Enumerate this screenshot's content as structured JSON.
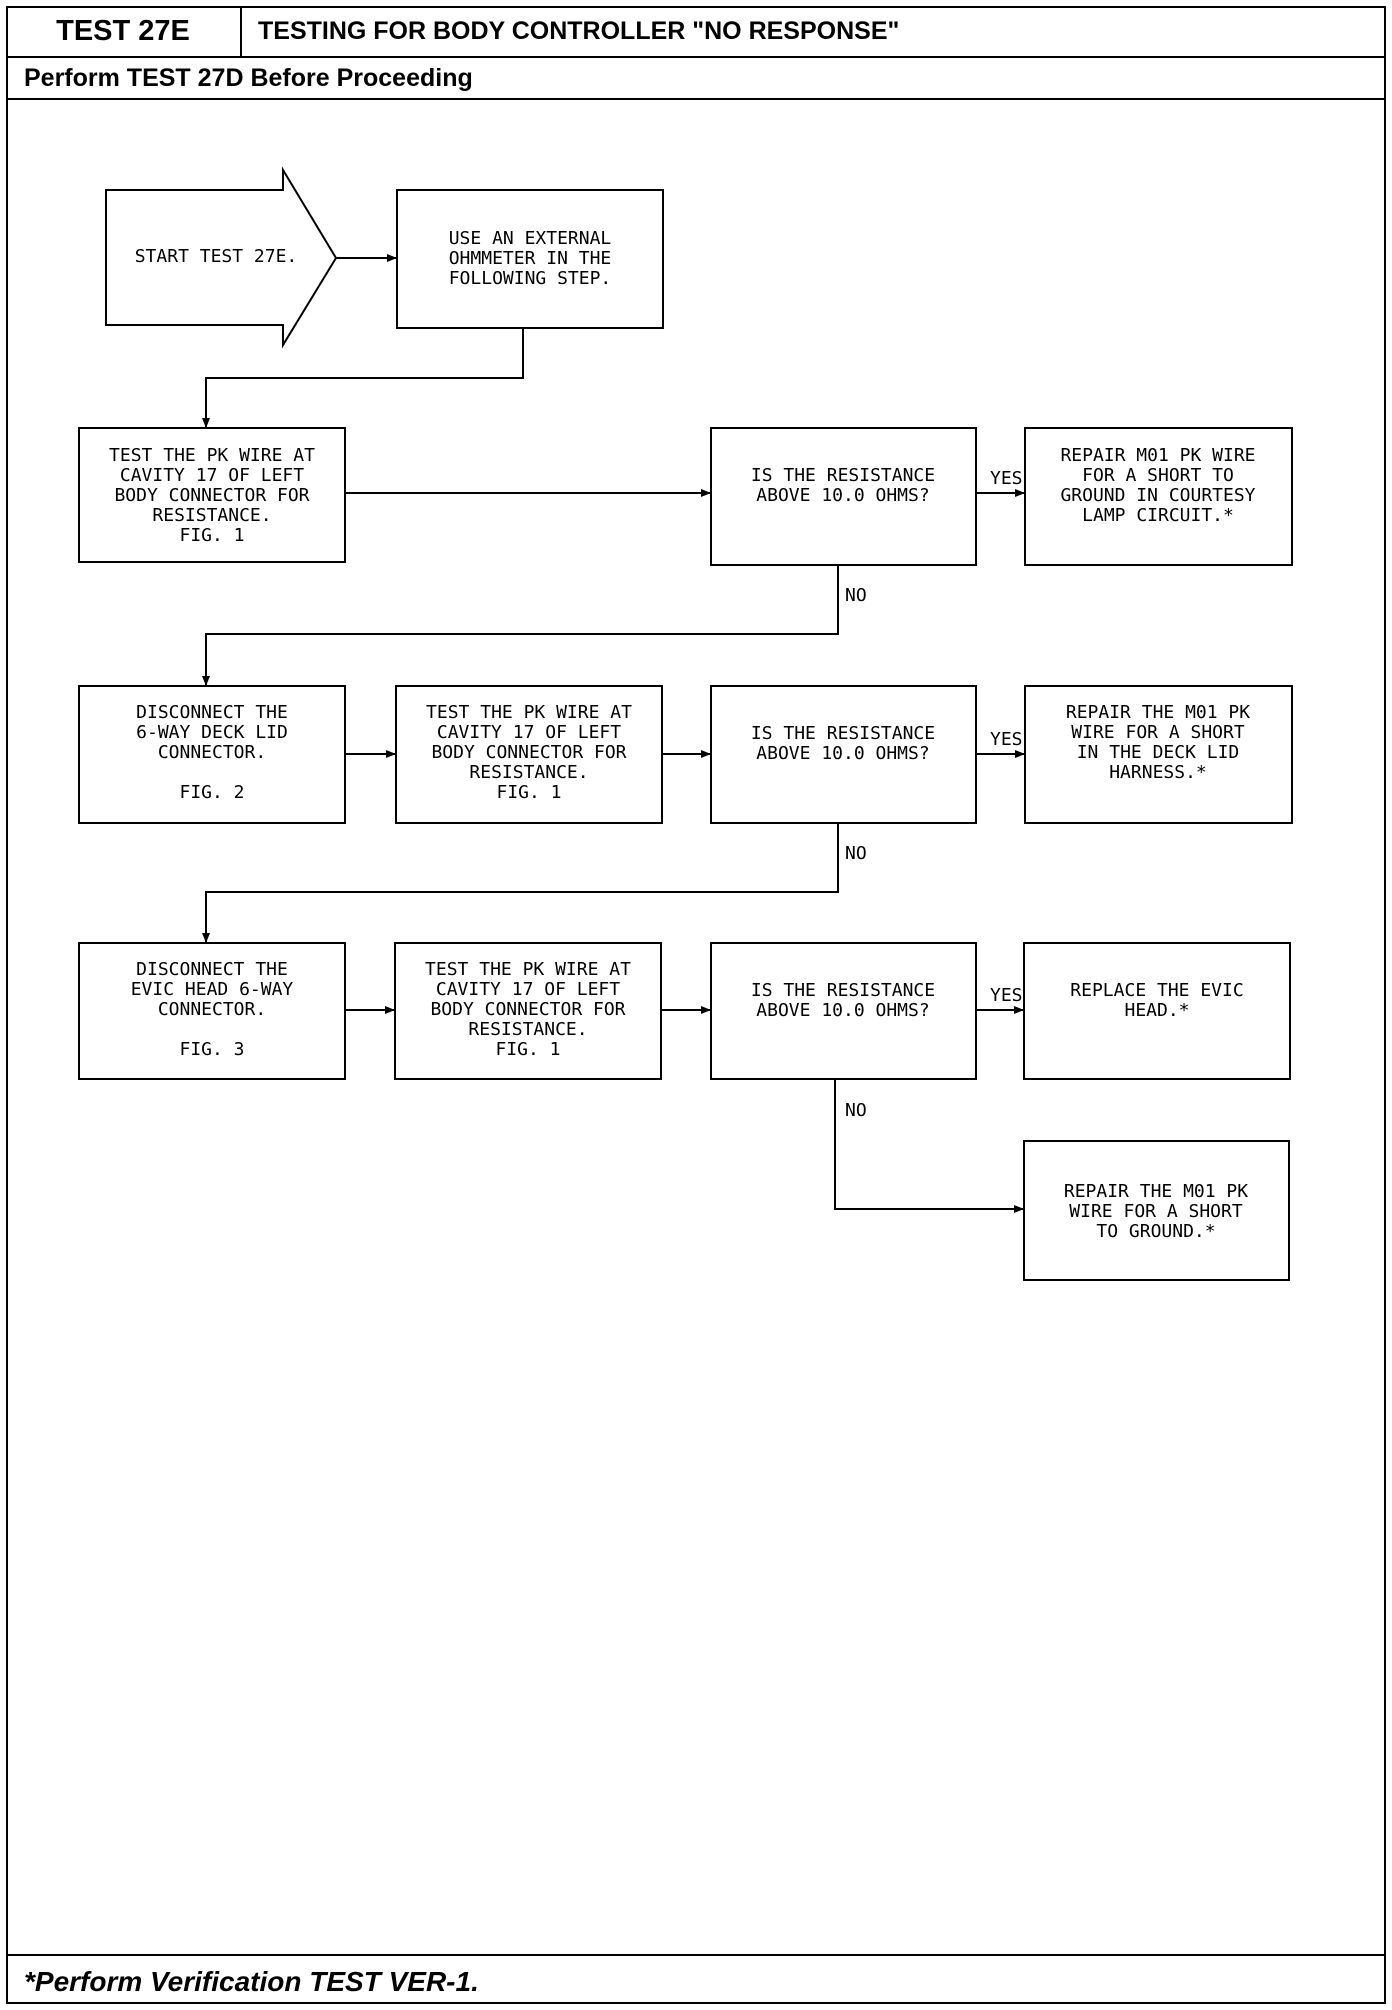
{
  "header": {
    "test_id": "TEST 27E",
    "title": "TESTING FOR BODY CONTROLLER \"NO RESPONSE\"",
    "prerequisite": "Perform TEST 27D Before Proceeding"
  },
  "footer": {
    "note": "*Perform Verification TEST VER-1."
  },
  "flowchart": {
    "nodes": [
      {
        "id": "start",
        "shape": "arrow",
        "lines": [
          "START TEST 27E."
        ]
      },
      {
        "id": "use_ohmmeter",
        "lines": [
          "USE AN EXTERNAL",
          "OHMMETER IN THE",
          "FOLLOWING STEP."
        ]
      },
      {
        "id": "test1",
        "lines": [
          "TEST THE PK WIRE AT",
          "CAVITY 17 OF LEFT",
          "BODY CONNECTOR FOR",
          "RESISTANCE.",
          "FIG. 1"
        ]
      },
      {
        "id": "q1",
        "lines": [
          "IS THE RESISTANCE",
          "ABOVE 10.0 OHMS?"
        ]
      },
      {
        "id": "r1",
        "lines": [
          "REPAIR M01 PK WIRE",
          "FOR A SHORT TO",
          "GROUND IN COURTESY",
          "LAMP CIRCUIT.*"
        ]
      },
      {
        "id": "disc1",
        "lines": [
          "DISCONNECT THE",
          "6-WAY DECK LID",
          "CONNECTOR.",
          "",
          "FIG. 2"
        ]
      },
      {
        "id": "test2",
        "lines": [
          "TEST THE PK WIRE AT",
          "CAVITY 17 OF LEFT",
          "BODY CONNECTOR FOR",
          "RESISTANCE.",
          "FIG. 1"
        ]
      },
      {
        "id": "q2",
        "lines": [
          "IS THE RESISTANCE",
          "ABOVE 10.0 OHMS?"
        ]
      },
      {
        "id": "r2",
        "lines": [
          "REPAIR THE M01 PK",
          "WIRE FOR A SHORT",
          "IN THE DECK LID",
          "HARNESS.*"
        ]
      },
      {
        "id": "disc2",
        "lines": [
          "DISCONNECT THE",
          "EVIC HEAD 6-WAY",
          "CONNECTOR.",
          "",
          "FIG. 3"
        ]
      },
      {
        "id": "test3",
        "lines": [
          "TEST THE PK WIRE AT",
          "CAVITY 17 OF LEFT",
          "BODY CONNECTOR FOR",
          "RESISTANCE.",
          "FIG. 1"
        ]
      },
      {
        "id": "q3",
        "lines": [
          "IS THE RESISTANCE",
          "ABOVE 10.0 OHMS?"
        ]
      },
      {
        "id": "r3",
        "lines": [
          "REPLACE THE EVIC",
          "HEAD.*"
        ]
      },
      {
        "id": "r4",
        "lines": [
          "REPAIR THE M01 PK",
          "WIRE FOR A SHORT",
          "TO GROUND.*"
        ]
      }
    ],
    "edges": [
      {
        "from": "start",
        "to": "use_ohmmeter",
        "label": ""
      },
      {
        "from": "use_ohmmeter",
        "to": "test1",
        "label": ""
      },
      {
        "from": "test1",
        "to": "q1",
        "label": ""
      },
      {
        "from": "q1",
        "to": "r1",
        "label": "YES"
      },
      {
        "from": "q1",
        "to": "disc1",
        "label": "NO"
      },
      {
        "from": "disc1",
        "to": "test2",
        "label": ""
      },
      {
        "from": "test2",
        "to": "q2",
        "label": ""
      },
      {
        "from": "q2",
        "to": "r2",
        "label": "YES"
      },
      {
        "from": "q2",
        "to": "disc2",
        "label": "NO"
      },
      {
        "from": "disc2",
        "to": "test3",
        "label": ""
      },
      {
        "from": "test3",
        "to": "q3",
        "label": ""
      },
      {
        "from": "q3",
        "to": "r3",
        "label": "YES"
      },
      {
        "from": "q3",
        "to": "r4",
        "label": "NO"
      }
    ]
  }
}
